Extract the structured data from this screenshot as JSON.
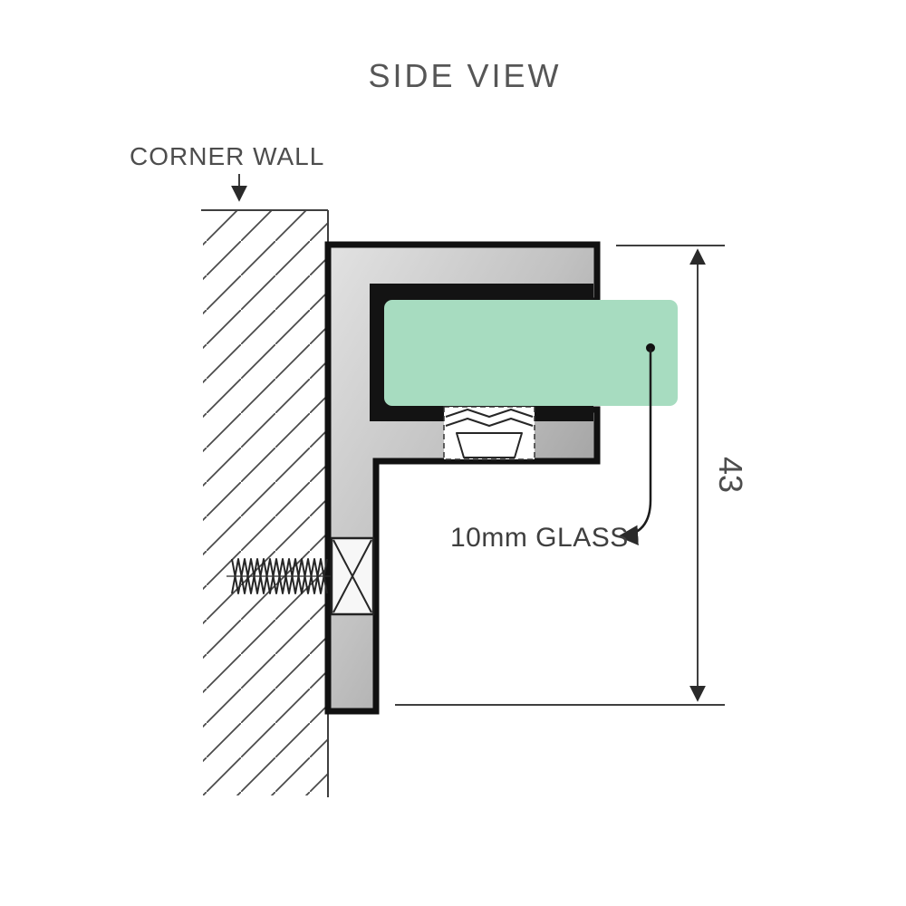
{
  "diagram": {
    "title": "SIDE VIEW",
    "labels": {
      "corner_wall": "CORNER WALL",
      "glass": "10mm GLASS",
      "dimension_height": "43"
    },
    "colors": {
      "glass_fill": "#a7dcc0",
      "glass_edge": "#86b9a0",
      "bracket_outline": "#111111",
      "metal_light": "#e0e0e0",
      "metal_dark": "#8c8c8c",
      "line": "#3f3f3f",
      "text": "#4d4d4d"
    }
  }
}
